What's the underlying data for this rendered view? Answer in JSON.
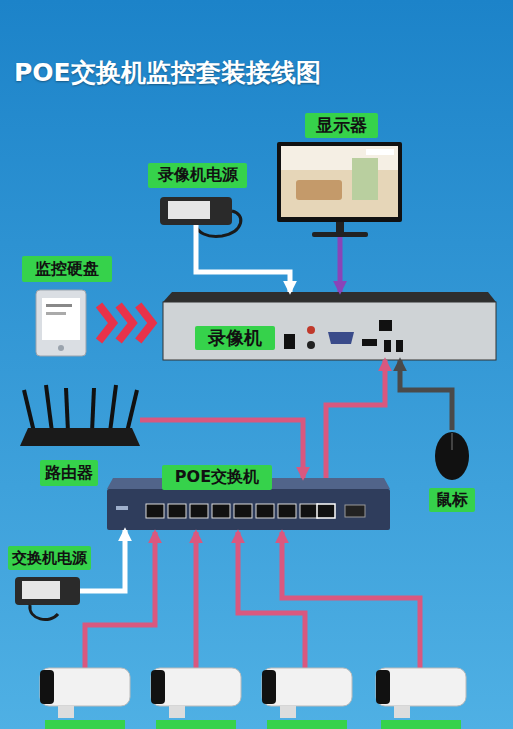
{
  "diagram": {
    "title": "POE交换机监控套装接线图",
    "nodes": [
      {
        "text": [
          "显示器"
        ]
      },
      {
        "text": [
          "录像机电源"
        ]
      },
      {
        "text": [
          "监控硬盘"
        ]
      },
      {
        "text": [
          "录像机"
        ]
      },
      {
        "text": [
          "路由器"
        ]
      },
      {
        "text": [
          "POE交换机"
        ]
      },
      {
        "text": [
          "鼠标"
        ]
      },
      {
        "text": [
          "交换机电源"
        ]
      }
    ],
    "edges": [
      {
        "from": 1,
        "to": 3,
        "arrow": "to"
      },
      {
        "from": 0,
        "to": 3,
        "arrow": "to"
      },
      {
        "from": 2,
        "to": 3,
        "arrow": "to"
      },
      {
        "from": 4,
        "to": 5,
        "arrow": "to"
      },
      {
        "from": 5,
        "to": 3,
        "arrow": "to"
      },
      {
        "from": 6,
        "to": 3,
        "arrow": "to"
      },
      {
        "from": 7,
        "to": 5,
        "arrow": "to"
      }
    ]
  }
}
